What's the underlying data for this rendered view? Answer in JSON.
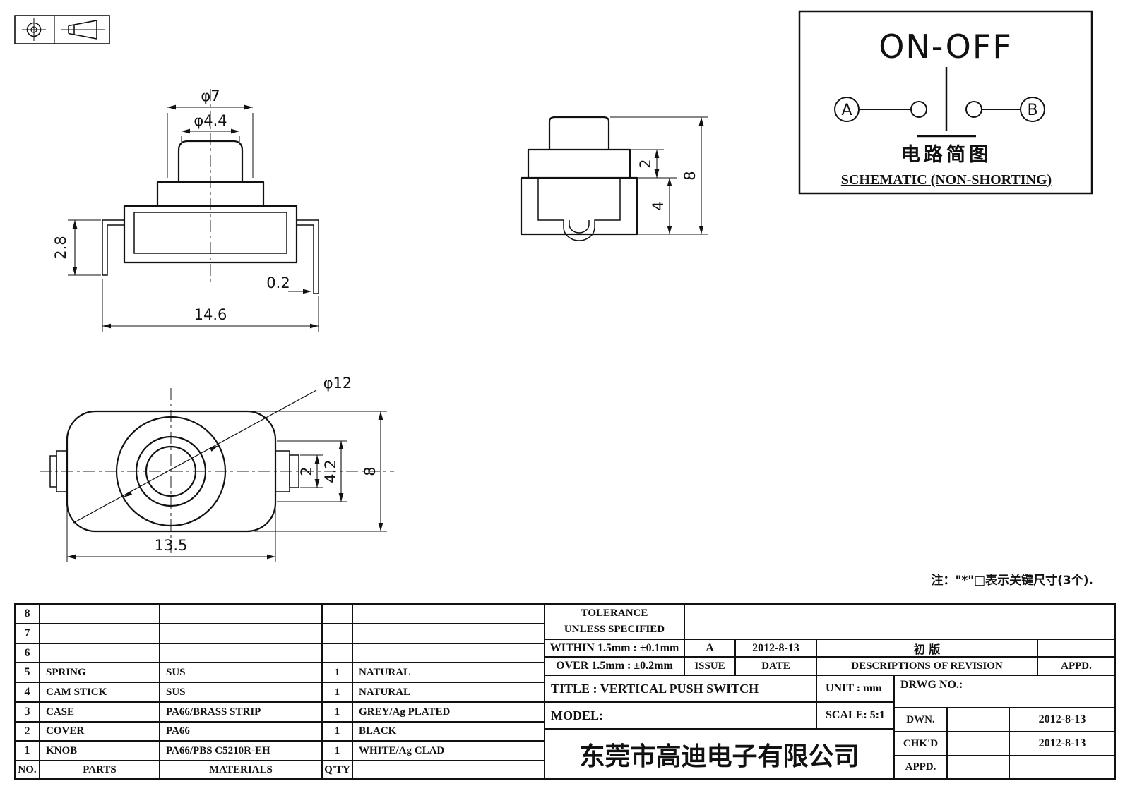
{
  "note": "注：\"*\"□表示关键尺寸(3个).",
  "front_view": {
    "dim_phi7": "φ7",
    "dim_phi44": "φ4.4",
    "dim_28": "2.8",
    "dim_02": "0.2",
    "dim_146": "14.6"
  },
  "side_view": {
    "dim_2": "2",
    "dim_4": "4",
    "dim_8": "8"
  },
  "top_view": {
    "dim_phi12": "φ12",
    "dim_2": "2",
    "dim_42": "4.2",
    "dim_8": "8",
    "dim_135": "13.5"
  },
  "schematic": {
    "title": "ON-OFF",
    "terminal_a": "A",
    "terminal_b": "B",
    "caption_cn": "电路简图",
    "caption_en": "SCHEMATIC (NON-SHORTING)"
  },
  "parts": {
    "headers": {
      "no": "NO.",
      "parts": "PARTS",
      "materials": "MATERIALS",
      "qty": "Q'TY"
    },
    "rows": [
      {
        "no": "8",
        "part": "",
        "material": "",
        "qty": "",
        "finish": ""
      },
      {
        "no": "7",
        "part": "",
        "material": "",
        "qty": "",
        "finish": ""
      },
      {
        "no": "6",
        "part": "",
        "material": "",
        "qty": "",
        "finish": ""
      },
      {
        "no": "5",
        "part": "SPRING",
        "material": "SUS",
        "qty": "1",
        "finish": "NATURAL"
      },
      {
        "no": "4",
        "part": "CAM STICK",
        "material": "SUS",
        "qty": "1",
        "finish": "NATURAL"
      },
      {
        "no": "3",
        "part": "CASE",
        "material": "PA66/BRASS STRIP",
        "qty": "1",
        "finish": "GREY/Ag PLATED"
      },
      {
        "no": "2",
        "part": "COVER",
        "material": "PA66",
        "qty": "1",
        "finish": "BLACK"
      },
      {
        "no": "1",
        "part": "KNOB",
        "material": "PA66/PBS C5210R-EH",
        "qty": "1",
        "finish": "WHITE/Ag CLAD"
      }
    ]
  },
  "title_block": {
    "tolerance_line1": "TOLERANCE",
    "tolerance_line2": "UNLESS  SPECIFIED",
    "within": "WITHIN 1.5mm : ±0.1mm",
    "over": "OVER 1.5mm : ±0.2mm",
    "issue_value": "A",
    "issue_date": "2012-8-13",
    "revision_desc": "初  版",
    "issue_label": "ISSUE",
    "date_label": "DATE",
    "descriptions_label": "DESCRIPTIONS OF REVISION",
    "appd_label": "APPD.",
    "title": "TITLE :  VERTICAL PUSH SWITCH",
    "unit": "UNIT :  mm",
    "drwg_no": "DRWG NO.:",
    "model": "MODEL:",
    "scale": "SCALE:  5:1",
    "dwn_label": "DWN.",
    "dwn_date": "2012-8-13",
    "chkd_label": "CHK'D",
    "chkd_date": "2012-8-13",
    "appd_row_label": "APPD.",
    "company": "东莞市高迪电子有限公司"
  }
}
